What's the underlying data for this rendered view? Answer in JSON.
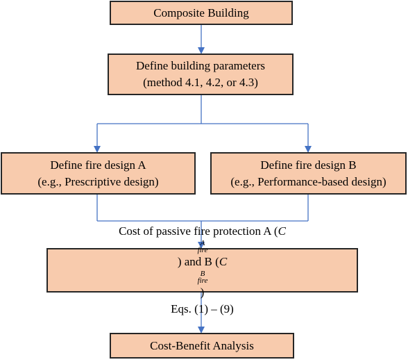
{
  "colors": {
    "box_fill": "#f8cbad",
    "box_border": "#262626",
    "arrow": "#4472c4"
  },
  "boxes": {
    "composite": {
      "line1": "Composite Building"
    },
    "params": {
      "line1": "Define building parameters",
      "line2": "(method 4.1, 4.2, or 4.3)"
    },
    "fireA": {
      "line1": "Define fire design A",
      "line2": "(e.g., Prescriptive design)"
    },
    "fireB": {
      "line1": "Define fire design B",
      "line2": "(e.g., Performance-based design)"
    },
    "cost": {
      "prefix": "Cost of passive fire protection A (",
      "mid": ") and B (",
      "suffix": ")",
      "var": "C",
      "sub": "fire",
      "supA": "A",
      "supB": "B",
      "line2": "Eqs. (1) – (9)"
    },
    "cba": {
      "line1": "Cost-Benefit Analysis"
    }
  }
}
